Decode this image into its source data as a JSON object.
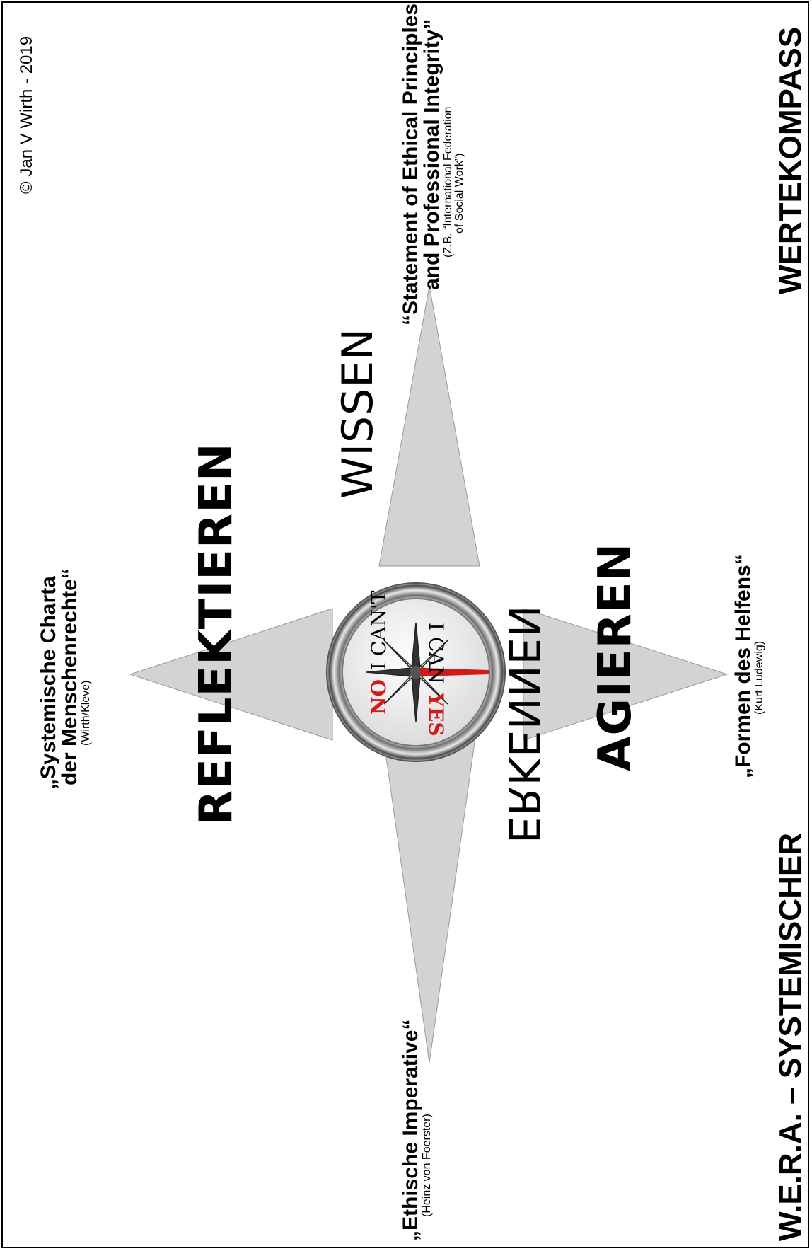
{
  "copyright": "© Jan V Wirth - 2019",
  "title_top": "WERTEKOMPASS",
  "title_bottom": "W.E.R.A. – SYSTEMISCHER",
  "directions": {
    "wissen": "WISSEN",
    "erkennen": "ERKENNEN",
    "reflektieren": "REFLEKTIEREN",
    "agieren": "AGIEREN"
  },
  "sources": {
    "top": {
      "line1": "“Statement of Ethical Principles",
      "line2": "and Professional Integrity”",
      "sub1": "(Z.B. “International Federation",
      "sub2": "of Social Work”)"
    },
    "left": {
      "line1": "„Systemische Charta",
      "line2": "der Menschenrechte“",
      "sub1": "(Wirth/Kleve)"
    },
    "right": {
      "line1": "„Formen des Helfens“",
      "sub1": "(Kurt Ludewig)"
    },
    "bottom": {
      "line1": "„Ethische Imperative“",
      "sub1": "(Heinz von Foerster)"
    }
  },
  "compass_dial": {
    "top_text": "I CAN'T",
    "no": "NO",
    "yes": "YES",
    "bottom_text": "I CAN",
    "accent": "#d21a1a"
  },
  "colors": {
    "star_fill": "#d3d3d3",
    "star_stroke": "#9a9a9a"
  }
}
